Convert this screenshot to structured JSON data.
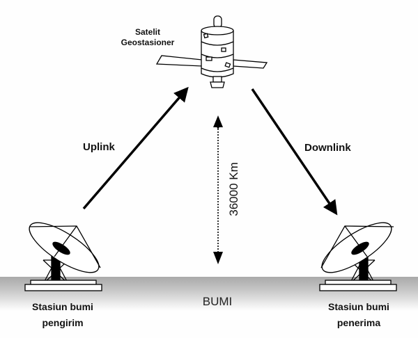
{
  "diagram": {
    "title": "Satellite communication link",
    "satellite": {
      "label_line1": "Satelit",
      "label_line2": "Geostasioner"
    },
    "links": {
      "uplink": "Uplink",
      "downlink": "Downlink"
    },
    "distance": {
      "label": "36000 Km"
    },
    "earth": {
      "label": "BUMI"
    },
    "stations": {
      "sender": {
        "line1": "Stasiun bumi",
        "line2": "pengirim"
      },
      "receiver": {
        "line1": "Stasiun bumi",
        "line2": "penerima"
      }
    },
    "colors": {
      "ink": "#000000",
      "ground_top": "#a9a9a9",
      "background": "#ffffff"
    }
  }
}
